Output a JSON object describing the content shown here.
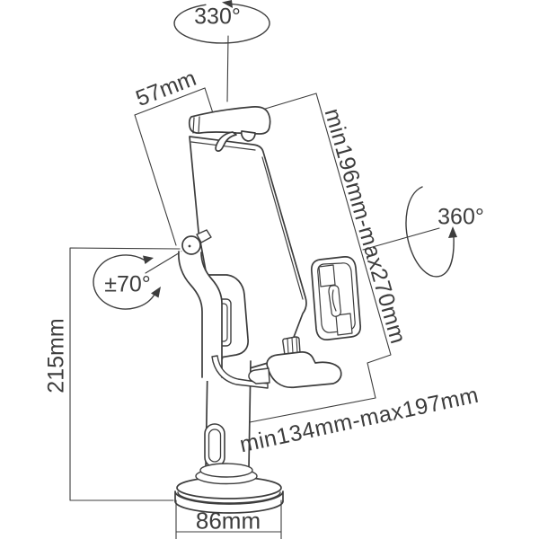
{
  "diagram": {
    "title": "tablet-floor-stand-dimension-drawing",
    "background": "#ffffff",
    "line_color": "#3d3d3d",
    "text_color": "#3d3d3d",
    "labels": {
      "rotation_top": "330°",
      "clamp_depth": "57mm",
      "height_range": "min196mm-max270mm",
      "swivel": "360°",
      "tilt_range": "±70°",
      "pole_height": "215mm",
      "width_range": "min134mm-max197mm",
      "base_diameter": "86mm"
    }
  }
}
